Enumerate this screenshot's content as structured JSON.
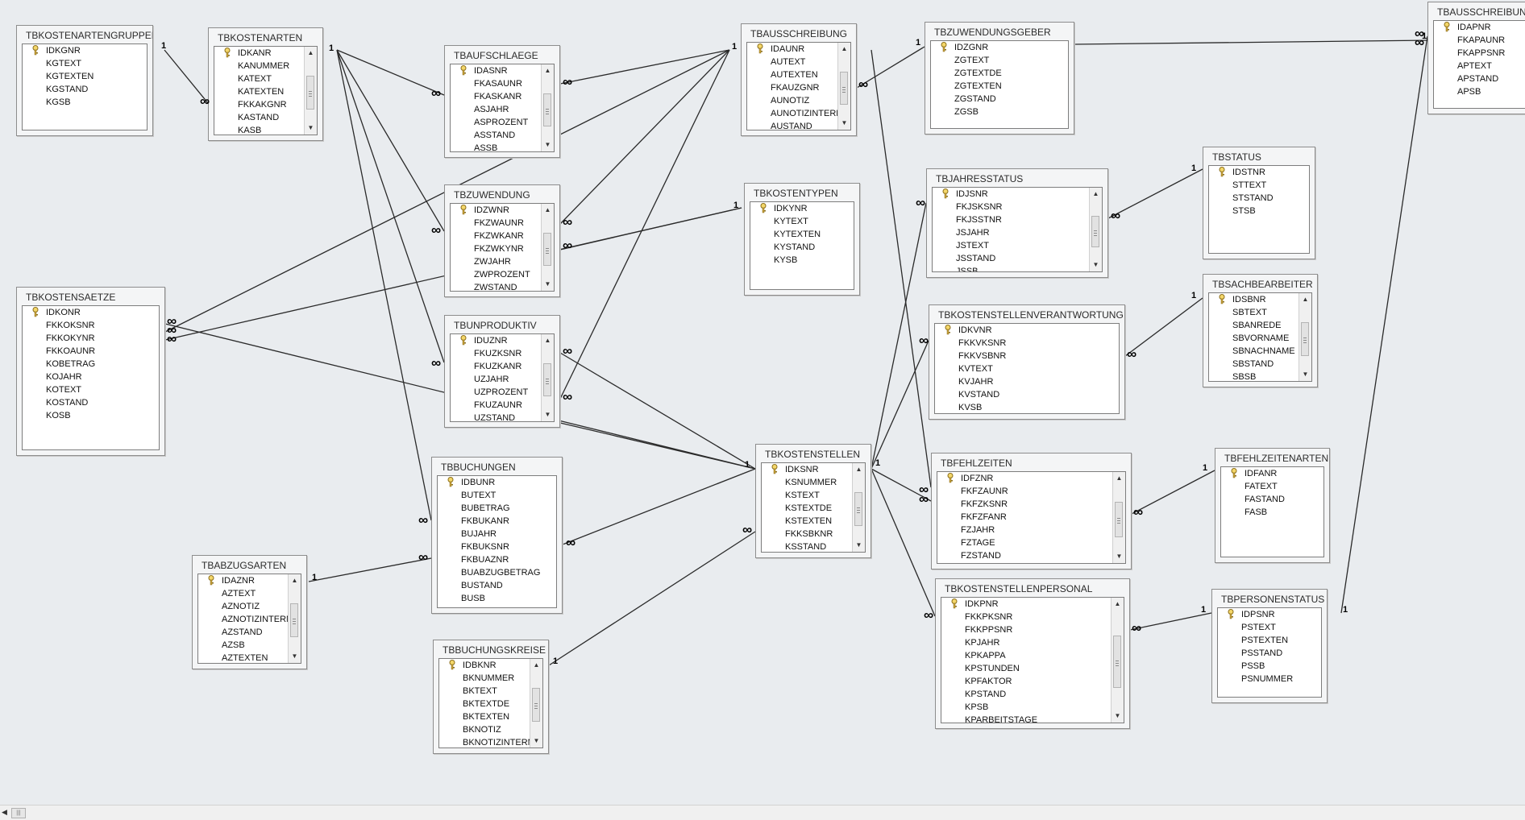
{
  "window": {
    "background": "#e9ecef"
  },
  "tables": {
    "tbkostenartengruppen": {
      "name": "TBKOSTENARTENGRUPPEN",
      "pk": "IDKGNR",
      "fields": [
        "KGTEXT",
        "KGTEXTEN",
        "KGSTAND",
        "KGSB"
      ]
    },
    "tbkostenarten": {
      "name": "TBKOSTENARTEN",
      "pk": "IDKANR",
      "fields": [
        "KANUMMER",
        "KATEXT",
        "KATEXTEN",
        "FKKAKGNR",
        "KASTAND",
        "KASB"
      ]
    },
    "tbaufschlaege": {
      "name": "TBAUFSCHLAEGE",
      "pk": "IDASNR",
      "fields": [
        "FKASAUNR",
        "FKASKANR",
        "ASJAHR",
        "ASPROZENT",
        "ASSTAND",
        "ASSB"
      ]
    },
    "tbausschreibung": {
      "name": "TBAUSSCHREIBUNG",
      "pk": "IDAUNR",
      "fields": [
        "AUTEXT",
        "AUTEXTEN",
        "FKAUZGNR",
        "AUNOTIZ",
        "AUNOTIZINTERN",
        "AUSTAND"
      ]
    },
    "tbzuwendungsgeber": {
      "name": "TBZUWENDUNGSGEBER",
      "pk": "IDZGNR",
      "fields": [
        "ZGTEXT",
        "ZGTEXTDE",
        "ZGTEXTEN",
        "ZGSTAND",
        "ZGSB"
      ]
    },
    "tbausschreibungap": {
      "name": "TBAUSSCHREIBUNG_",
      "pk": "IDAPNR",
      "fields": [
        "FKAPAUNR",
        "FKAPPSNR",
        "APTEXT",
        "APSTAND",
        "APSB"
      ]
    },
    "tbzuwendung": {
      "name": "TBZUWENDUNG",
      "pk": "IDZWNR",
      "fields": [
        "FKZWAUNR",
        "FKZWKANR",
        "FKZWKYNR",
        "ZWJAHR",
        "ZWPROZENT",
        "ZWSTAND"
      ]
    },
    "tbkostentypen": {
      "name": "TBKOSTENTYPEN",
      "pk": "IDKYNR",
      "fields": [
        "KYTEXT",
        "KYTEXTEN",
        "KYSTAND",
        "KYSB"
      ]
    },
    "tbjahresstatus": {
      "name": "TBJAHRESSTATUS",
      "pk": "IDJSNR",
      "fields": [
        "FKJSKSNR",
        "FKJSSTNR",
        "JSJAHR",
        "JSTEXT",
        "JSSTAND",
        "JSSB"
      ]
    },
    "tbstatus": {
      "name": "TBSTATUS",
      "pk": "IDSTNR",
      "fields": [
        "STTEXT",
        "STSTAND",
        "STSB"
      ]
    },
    "tbkostensaetze": {
      "name": "TBKOSTENSAETZE",
      "pk": "IDKONR",
      "fields": [
        "FKKOKSNR",
        "FKKOKYNR",
        "FKKOAUNR",
        "KOBETRAG",
        "KOJAHR",
        "KOTEXT",
        "KOSTAND",
        "KOSB"
      ]
    },
    "tbunproduktiv": {
      "name": "TBUNPRODUKTIV",
      "pk": "IDUZNR",
      "fields": [
        "FKUZKSNR",
        "FKUZKANR",
        "UZJAHR",
        "UZPROZENT",
        "FKUZAUNR",
        "UZSTAND"
      ]
    },
    "tbkostenstellenverantwortung": {
      "name": "TBKOSTENSTELLENVERANTWORTUNG",
      "pk": "IDKVNR",
      "fields": [
        "FKKVKSNR",
        "FKKVSBNR",
        "KVTEXT",
        "KVJAHR",
        "KVSTAND",
        "KVSB"
      ]
    },
    "tbsachbearbeiter": {
      "name": "TBSACHBEARBEITER",
      "pk": "IDSBNR",
      "fields": [
        "SBTEXT",
        "SBANREDE",
        "SBVORNAME",
        "SBNACHNAME",
        "SBSTAND",
        "SBSB"
      ]
    },
    "tbbuchungen": {
      "name": "TBBUCHUNGEN",
      "pk": "IDBUNR",
      "fields": [
        "BUTEXT",
        "BUBETRAG",
        "FKBUKANR",
        "BUJAHR",
        "FKBUKSNR",
        "FKBUAZNR",
        "BUABZUGBETRAG",
        "BUSTAND",
        "BUSB"
      ]
    },
    "tbkostenstellen": {
      "name": "TBKOSTENSTELLEN",
      "pk": "IDKSNR",
      "fields": [
        "KSNUMMER",
        "KSTEXT",
        "KSTEXTDE",
        "KSTEXTEN",
        "FKKSBKNR",
        "KSSTAND"
      ]
    },
    "tbfehlzeiten": {
      "name": "TBFEHLZEITEN",
      "pk": "IDFZNR",
      "fields": [
        "FKFZAUNR",
        "FKFZKSNR",
        "FKFZFANR",
        "FZJAHR",
        "FZTAGE",
        "FZSTAND"
      ]
    },
    "tbfehlzeitenarten": {
      "name": "TBFEHLZEITENARTEN",
      "pk": "IDFANR",
      "fields": [
        "FATEXT",
        "FASTAND",
        "FASB"
      ]
    },
    "tbabzugsarten": {
      "name": "TBABZUGSARTEN",
      "pk": "IDAZNR",
      "fields": [
        "AZTEXT",
        "AZNOTIZ",
        "AZNOTIZINTERN",
        "AZSTAND",
        "AZSB",
        "AZTEXTEN"
      ]
    },
    "tbbuchungskreise": {
      "name": "TBBUCHUNGSKREISE",
      "pk": "IDBKNR",
      "fields": [
        "BKNUMMER",
        "BKTEXT",
        "BKTEXTDE",
        "BKTEXTEN",
        "BKNOTIZ",
        "BKNOTIZINTERN"
      ]
    },
    "tbkostenstellenpersonal": {
      "name": "TBKOSTENSTELLENPERSONAL",
      "pk": "IDKPNR",
      "fields": [
        "FKKPKSNR",
        "FKKPPSNR",
        "KPJAHR",
        "KPKAPPA",
        "KPSTUNDEN",
        "KPFAKTOR",
        "KPSTAND",
        "KPSB",
        "KPARBEITSTAGE"
      ]
    },
    "tbpersonenstatus": {
      "name": "TBPERSONENSTATUS",
      "pk": "IDPSNR",
      "fields": [
        "PSTEXT",
        "PSTEXTEN",
        "PSSTAND",
        "PSSB",
        "PSNUMMER"
      ]
    }
  },
  "cardinality": {
    "one": "1",
    "many": "∞"
  }
}
